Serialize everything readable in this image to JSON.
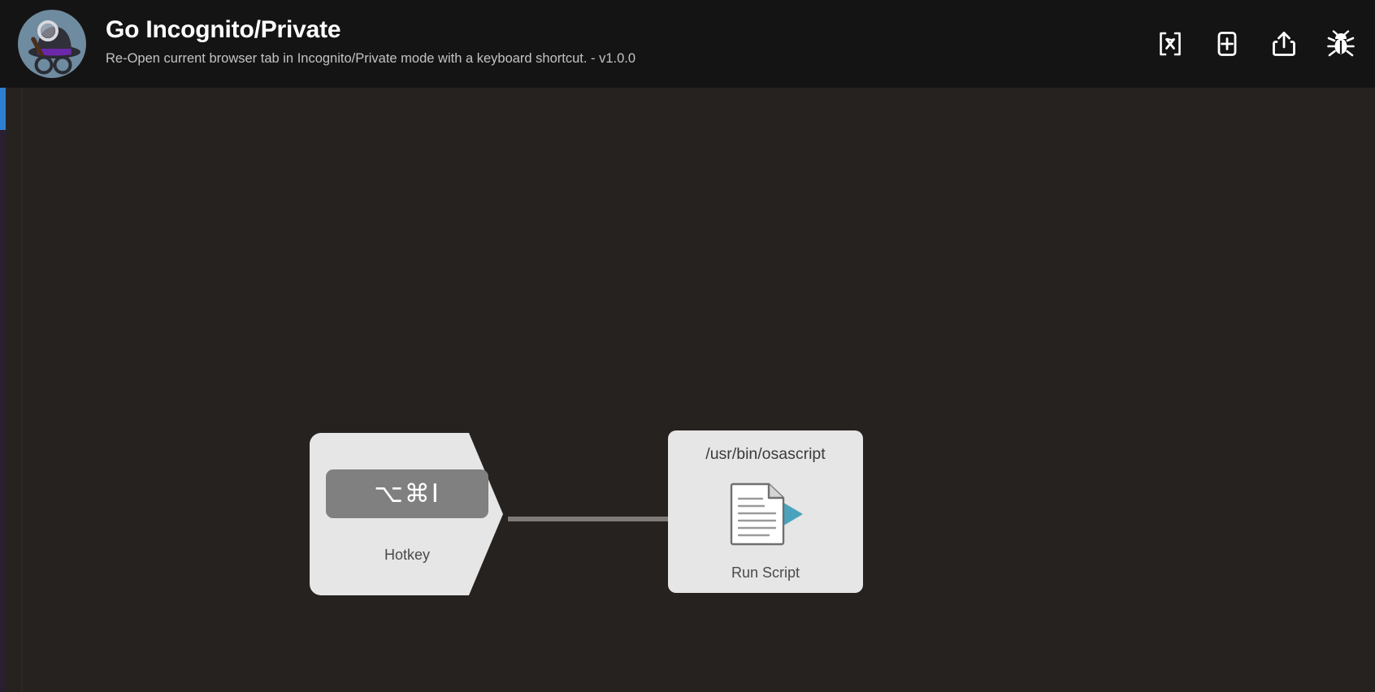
{
  "window": {
    "background_color": "#262220",
    "header_color": "#151414",
    "accent_color": "#2f7fd0"
  },
  "header": {
    "icon_name": "incognito-detective-icon",
    "title": "Go Incognito/Private",
    "subtitle": "Re-Open current browser tab in Incognito/Private mode with a keyboard shortcut. - v1.0.0",
    "toolbar": [
      {
        "name": "variables-icon",
        "glyph": "[x]",
        "tooltip": "Variables"
      },
      {
        "name": "add-action-icon",
        "glyph": "+",
        "tooltip": "New Action"
      },
      {
        "name": "share-export-icon",
        "glyph": "share",
        "tooltip": "Share"
      },
      {
        "name": "debug-bug-icon",
        "glyph": "bug",
        "tooltip": "Debugger"
      }
    ]
  },
  "macro": {
    "trigger": {
      "type": "Hotkey",
      "label": "Hotkey",
      "keys": "⌥⌘I",
      "badge_color": "#808080",
      "node_color": "#e6e6e6"
    },
    "connector_color": "#7d7a78",
    "action": {
      "path": "/usr/bin/osascript",
      "label": "Run Script",
      "icon_name": "script-document-play-icon",
      "node_color": "#e6e6e6",
      "play_color": "#4aa3bd"
    }
  }
}
